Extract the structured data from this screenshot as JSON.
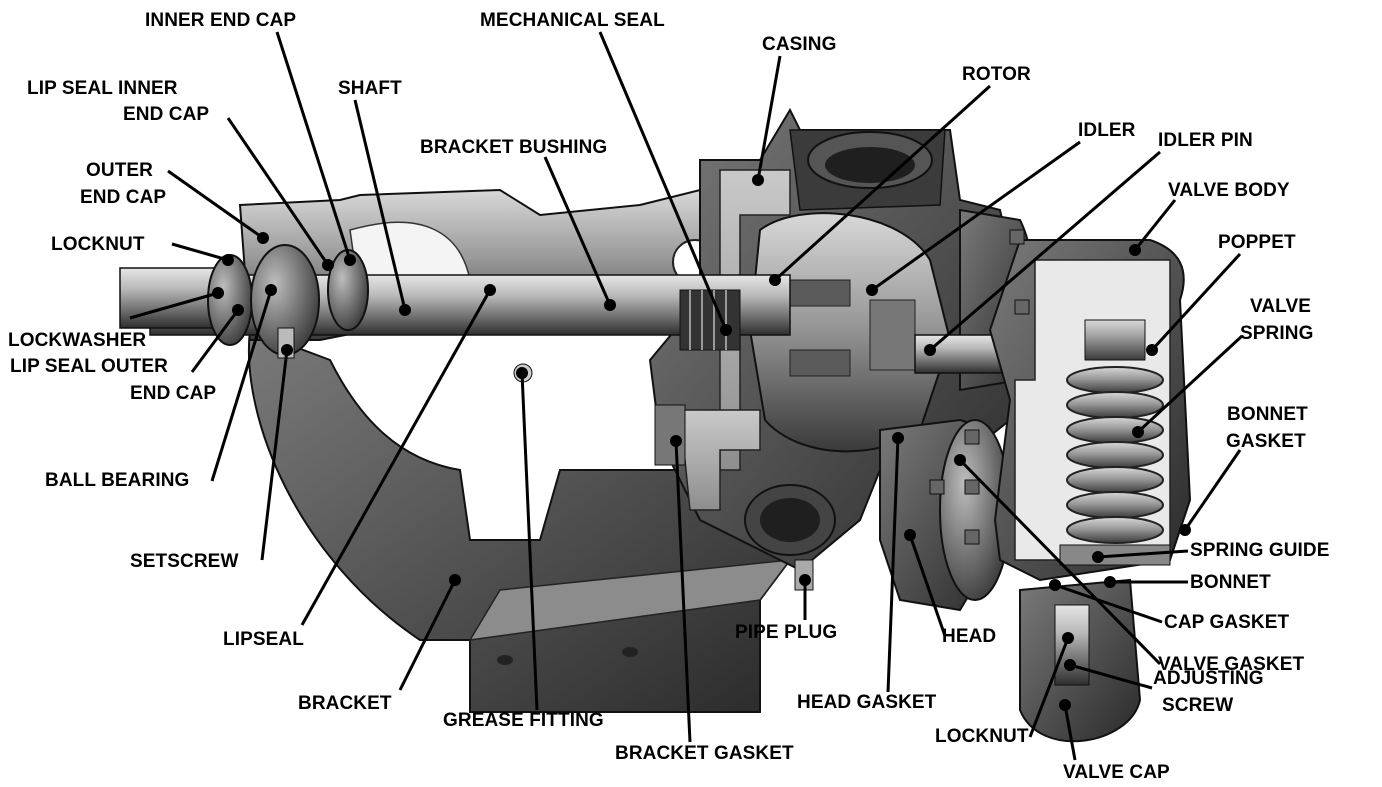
{
  "diagram": {
    "labels": {
      "inner_end_cap": "INNER END CAP",
      "mechanical_seal": "MECHANICAL SEAL",
      "casing": "CASING",
      "rotor": "ROTOR",
      "lip_seal_inner_end_cap_1": "LIP SEAL INNER",
      "lip_seal_inner_end_cap_2": "END CAP",
      "shaft": "SHAFT",
      "idler": "IDLER",
      "idler_pin": "IDLER PIN",
      "bracket_bushing": "BRACKET BUSHING",
      "outer_end_cap_1": "OUTER",
      "outer_end_cap_2": "END CAP",
      "valve_body": "VALVE BODY",
      "locknut": "LOCKNUT",
      "poppet": "POPPET",
      "valve_spring_1": "VALVE",
      "valve_spring_2": "SPRING",
      "lockwasher": "LOCKWASHER",
      "lip_seal_outer_end_cap_1": "LIP SEAL OUTER",
      "lip_seal_outer_end_cap_2": "END CAP",
      "bonnet_gasket_1": "BONNET",
      "bonnet_gasket_2": "GASKET",
      "ball_bearing": "BALL BEARING",
      "spring_guide": "SPRING GUIDE",
      "setscrew": "SETSCREW",
      "bonnet": "BONNET",
      "cap_gasket": "CAP GASKET",
      "lipseal": "LIPSEAL",
      "pipe_plug": "PIPE PLUG",
      "head": "HEAD",
      "valve_gasket": "VALVE GASKET",
      "head_gasket": "HEAD GASKET",
      "adjusting_screw_1": "ADJUSTING",
      "adjusting_screw_2": "SCREW",
      "bracket": "BRACKET",
      "grease_fitting": "GREASE FITTING",
      "locknut_valve": "LOCKNUT",
      "bracket_gasket": "BRACKET GASKET",
      "valve_cap": "VALVE CAP"
    }
  }
}
